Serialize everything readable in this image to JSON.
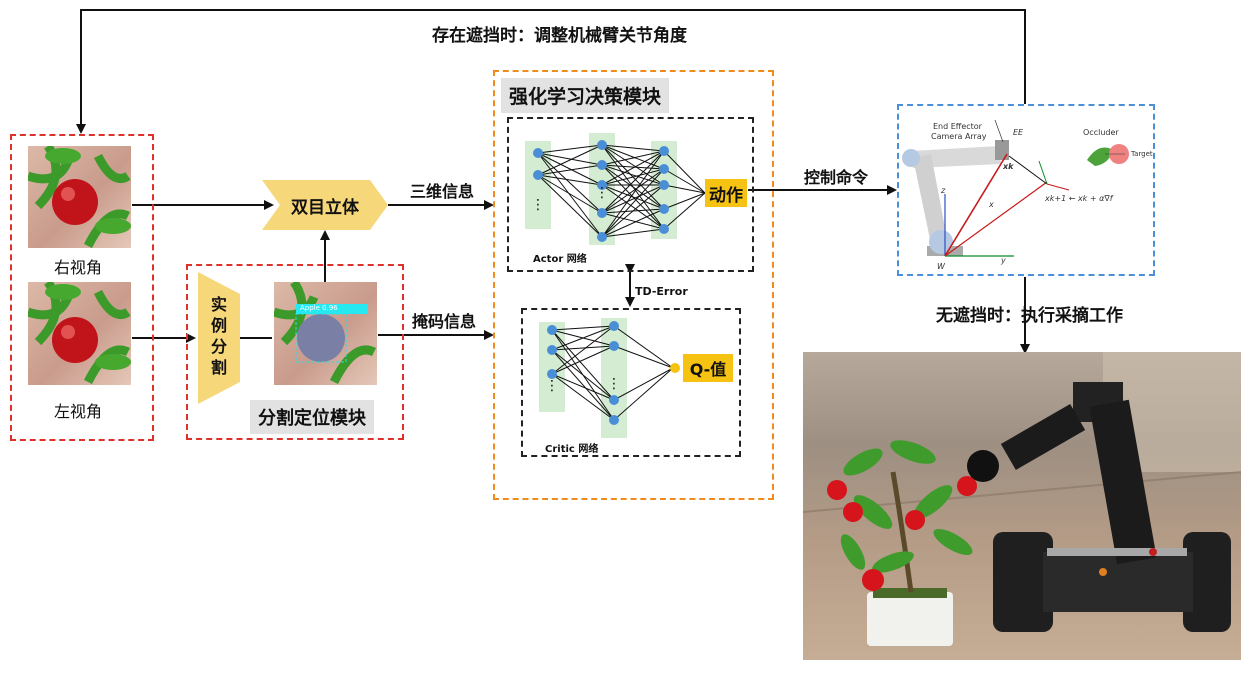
{
  "feedback_label": "存在遮挡时：调整机械臂关节角度",
  "cameras": {
    "right_label": "右视角",
    "left_label": "左视角"
  },
  "segmentation": {
    "instance_label": "实例分割",
    "module_label": "分割定位模块",
    "detection_text": "Apple 0.96"
  },
  "stereo_label": "双目立体",
  "info_3d_label": "三维信息",
  "mask_info_label": "掩码信息",
  "rl_module": {
    "title": "强化学习决策模块",
    "actor_label": "Actor 网络",
    "critic_label": "Critic 网络",
    "action_label": "动作",
    "td_error_label": "TD-Error",
    "q_value_label": "Q-值"
  },
  "control_label": "控制命令",
  "robot_diagram": {
    "end_effector_label": "End Effector",
    "camera_array_label": "Camera Array",
    "ee_label": "EE",
    "occluder_label": "Occluder",
    "target_label": "Target",
    "xk_label": "xk",
    "update_formula": "xk+1 ← xk + α∇f",
    "axis_z": "z",
    "axis_x": "x",
    "axis_y": "y",
    "base_label": "W"
  },
  "no_occlusion_label": "无遮挡时：执行采摘工作",
  "colors": {
    "red_dash": "#e0302a",
    "orange_dash": "#f08c1e",
    "blue_dash": "#4a90d9",
    "yellow": "#f6c313",
    "node_blue": "#4a8fd6",
    "layer_green": "#d4ecd2"
  }
}
